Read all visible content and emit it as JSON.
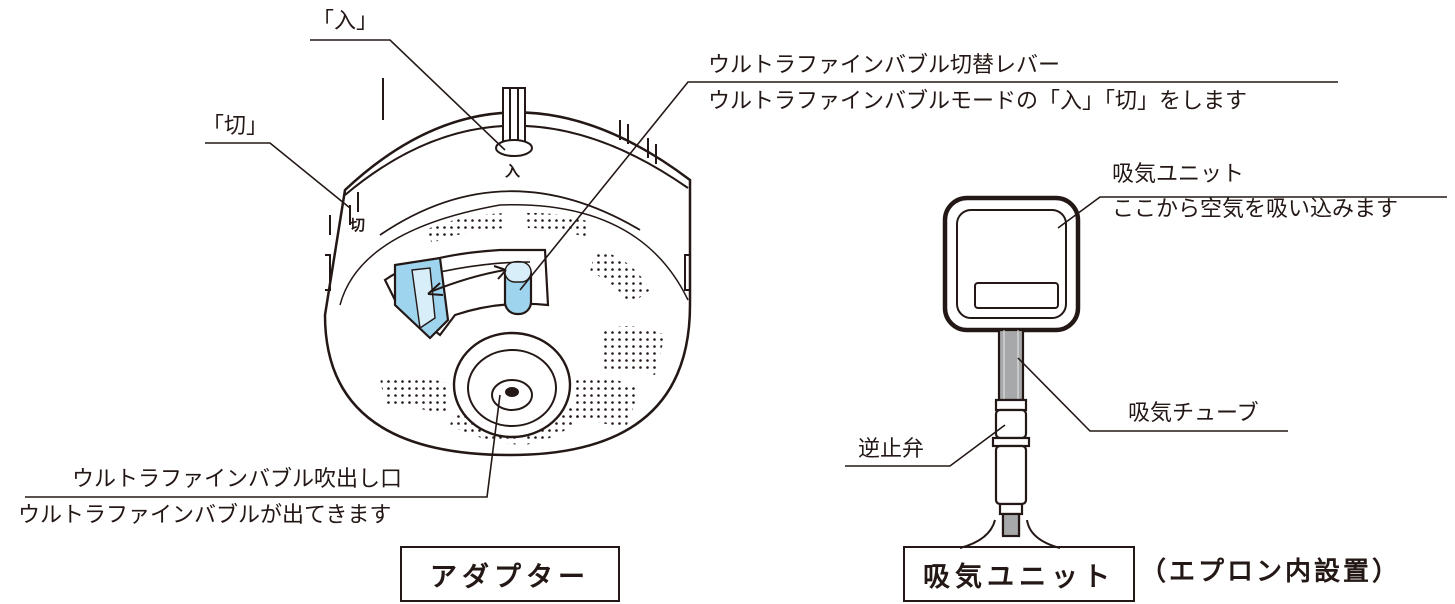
{
  "adapter": {
    "marker_on": "「入」",
    "marker_off": "「切」",
    "engraved_on": "入",
    "engraved_off": "切",
    "lever_label": "ウルトラファインバブル切替レバー",
    "lever_desc": "ウルトラファインバブルモードの「入」「切」をします",
    "outlet_label": "ウルトラファインバブル吹出し口",
    "outlet_desc": "ウルトラファインバブルが出てきます",
    "caption": "アダプター"
  },
  "intake": {
    "unit_label": "吸気ユニット",
    "unit_desc": "ここから空気を吸い込みます",
    "tube_label": "吸気チューブ",
    "valve_label": "逆止弁",
    "caption": "吸気ユニット",
    "caption_note": "（エプロン内設置）"
  },
  "colors": {
    "line": "#231815",
    "lever_blue": "#9fd4ef",
    "tube_gray": "#a7a8a9"
  }
}
